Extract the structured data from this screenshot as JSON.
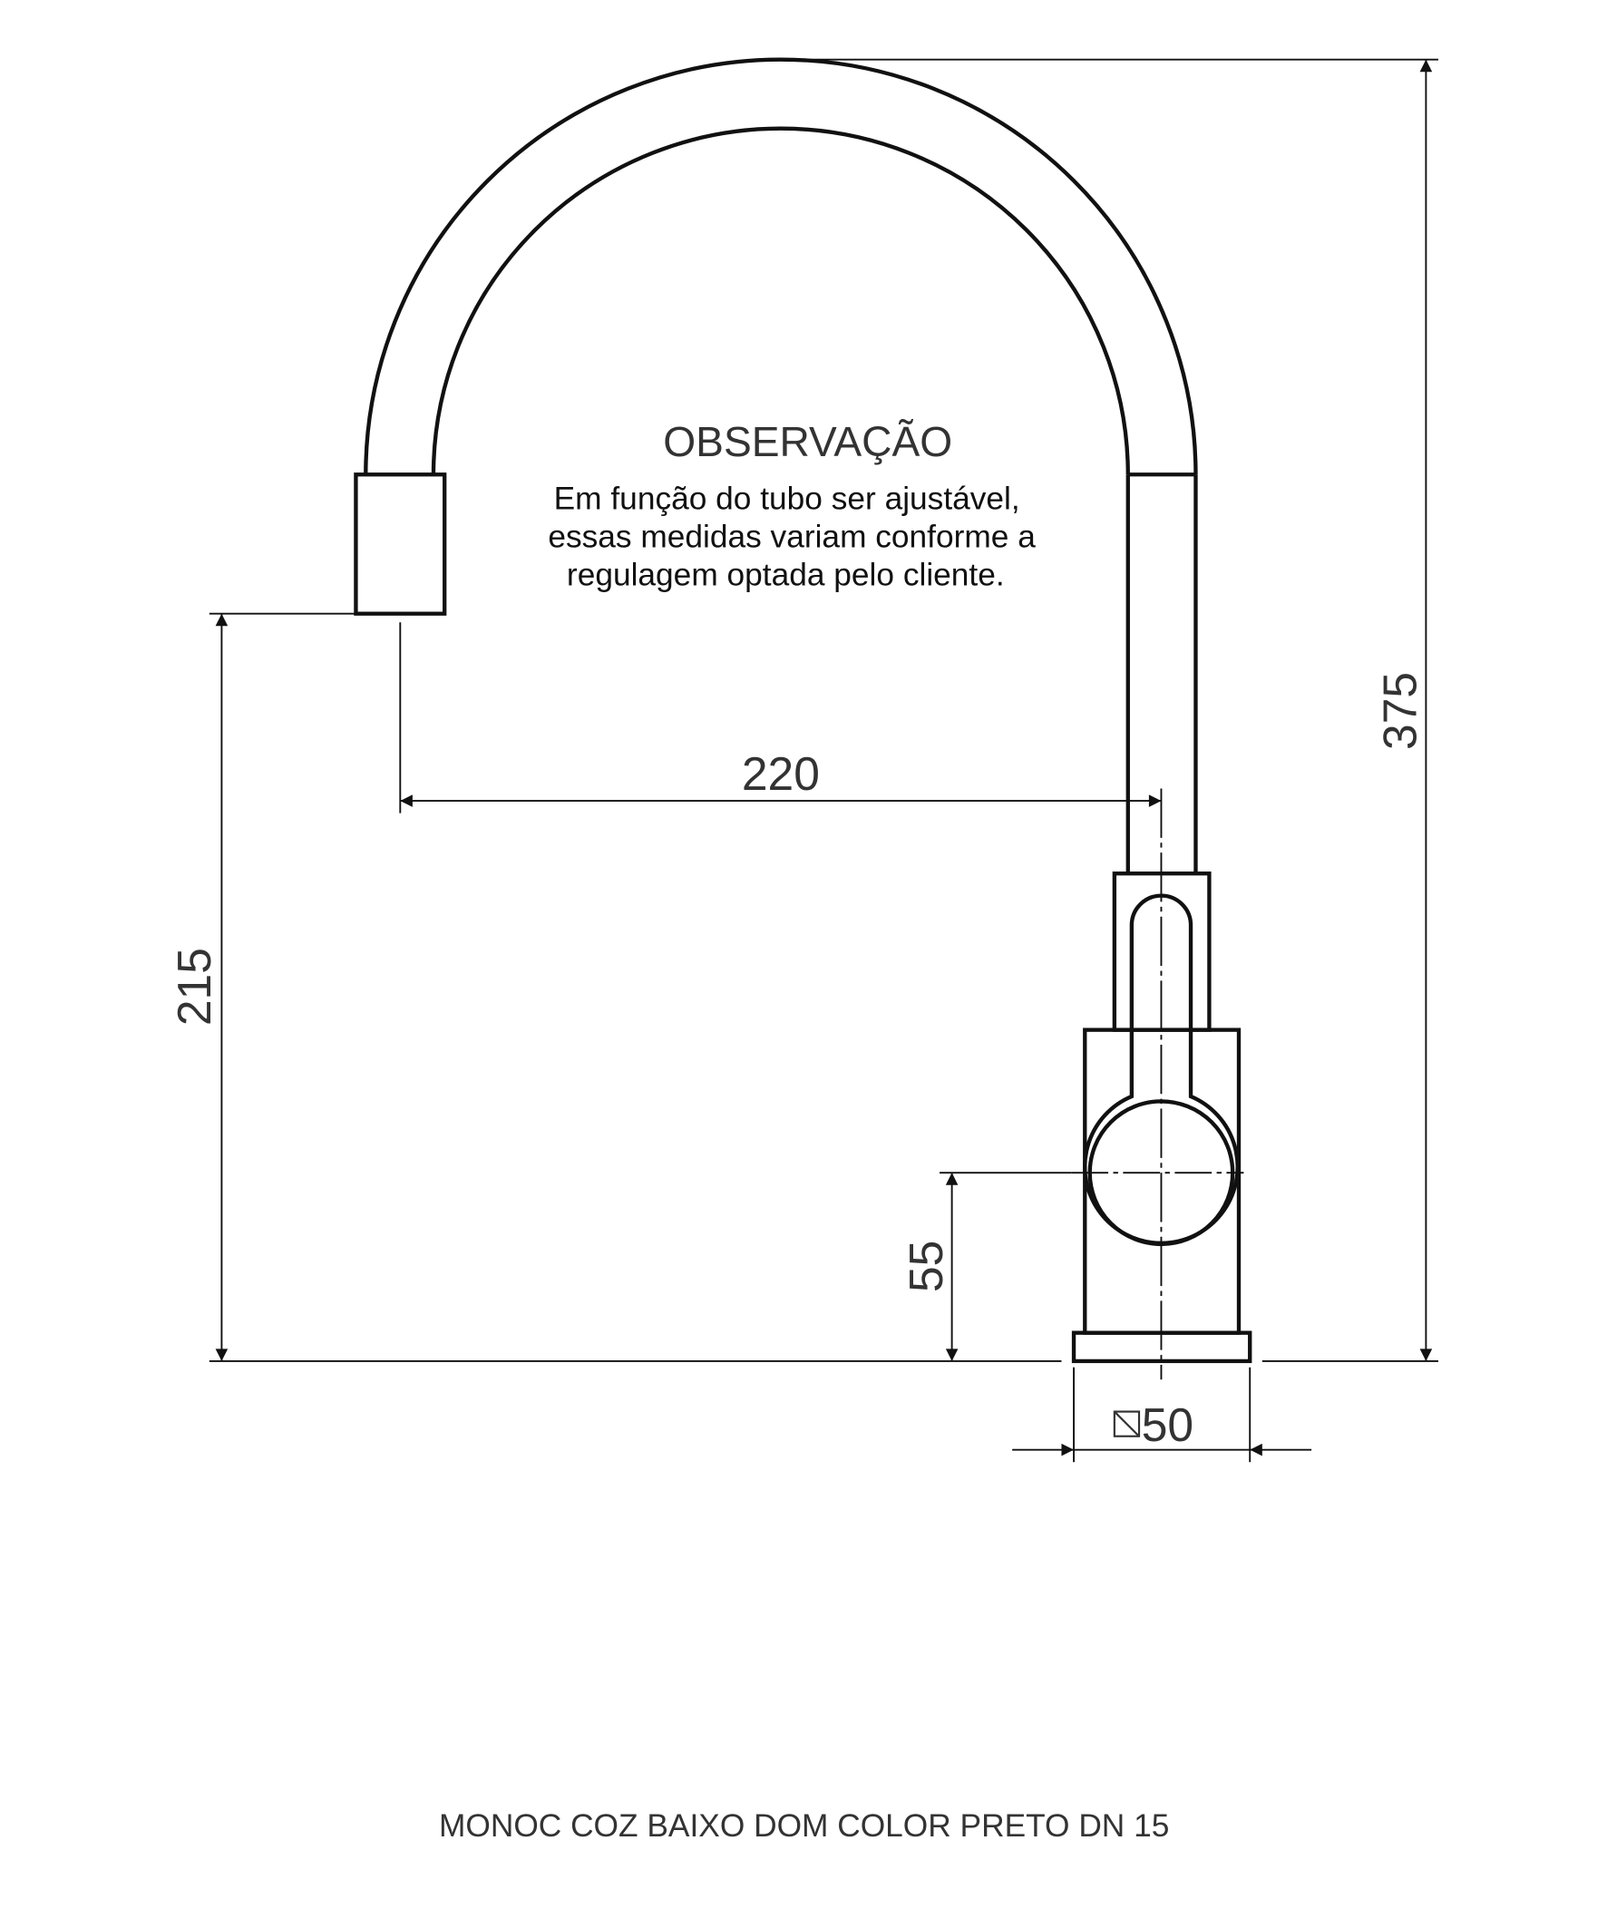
{
  "note": {
    "title": "OBSERVAÇÃO",
    "lines": [
      "Em função do tubo ser ajustável,",
      "essas medidas variam conforme a",
      "regulagem optada pelo cliente."
    ]
  },
  "dimensions": {
    "total_height": "375",
    "spout_height": "215",
    "reach": "220",
    "handle_height": "55",
    "base_size": "50"
  },
  "caption": "MONOC COZ BAIXO DOM COLOR PRETO DN 15"
}
